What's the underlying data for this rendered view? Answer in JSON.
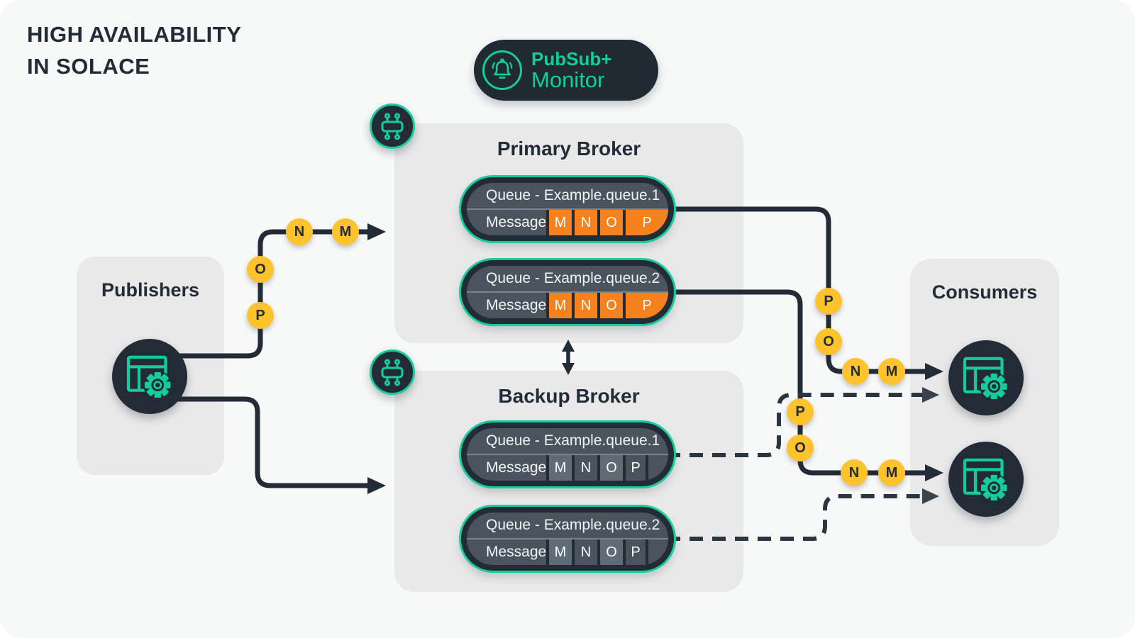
{
  "title": {
    "line1": "HIGH AVAILABILITY",
    "line2": "IN SOLACE"
  },
  "badge": {
    "brand": "PubSub+",
    "product": "Monitor"
  },
  "publishers": {
    "label": "Publishers"
  },
  "consumers": {
    "label": "Consumers"
  },
  "primary_broker": {
    "label": "Primary Broker",
    "queues": [
      {
        "name": "Queue - Example.queue.1",
        "message_label": "Message",
        "cells": [
          "M",
          "N",
          "O",
          "P"
        ],
        "state": "active"
      },
      {
        "name": "Queue - Example.queue.2",
        "message_label": "Message",
        "cells": [
          "M",
          "N",
          "O",
          "P"
        ],
        "state": "active"
      }
    ]
  },
  "backup_broker": {
    "label": "Backup Broker",
    "queues": [
      {
        "name": "Queue - Example.queue.1",
        "message_label": "Message",
        "cells": [
          "M",
          "N",
          "O",
          "P"
        ],
        "state": "standby"
      },
      {
        "name": "Queue - Example.queue.2",
        "message_label": "Message",
        "cells": [
          "M",
          "N",
          "O",
          "P"
        ],
        "state": "standby"
      }
    ]
  },
  "flow_tokens": {
    "publisher_path": {
      "m": "M",
      "n": "N",
      "o": "O",
      "p": "P"
    },
    "primary_q1_path": {
      "m": "M",
      "n": "N",
      "o": "O",
      "p": "P"
    },
    "primary_q2_path": {
      "m": "M",
      "n": "N",
      "o": "O",
      "p": "P"
    }
  },
  "colors": {
    "accent_green": "#15CD9B",
    "dark_navy": "#222B36",
    "orange": "#F5821F",
    "yellow": "#FFC32C",
    "slate": "#49545E",
    "slate_light": "#5F6C76",
    "box_gray": "#E9E9EA",
    "canvas": "#F7F8F8"
  }
}
